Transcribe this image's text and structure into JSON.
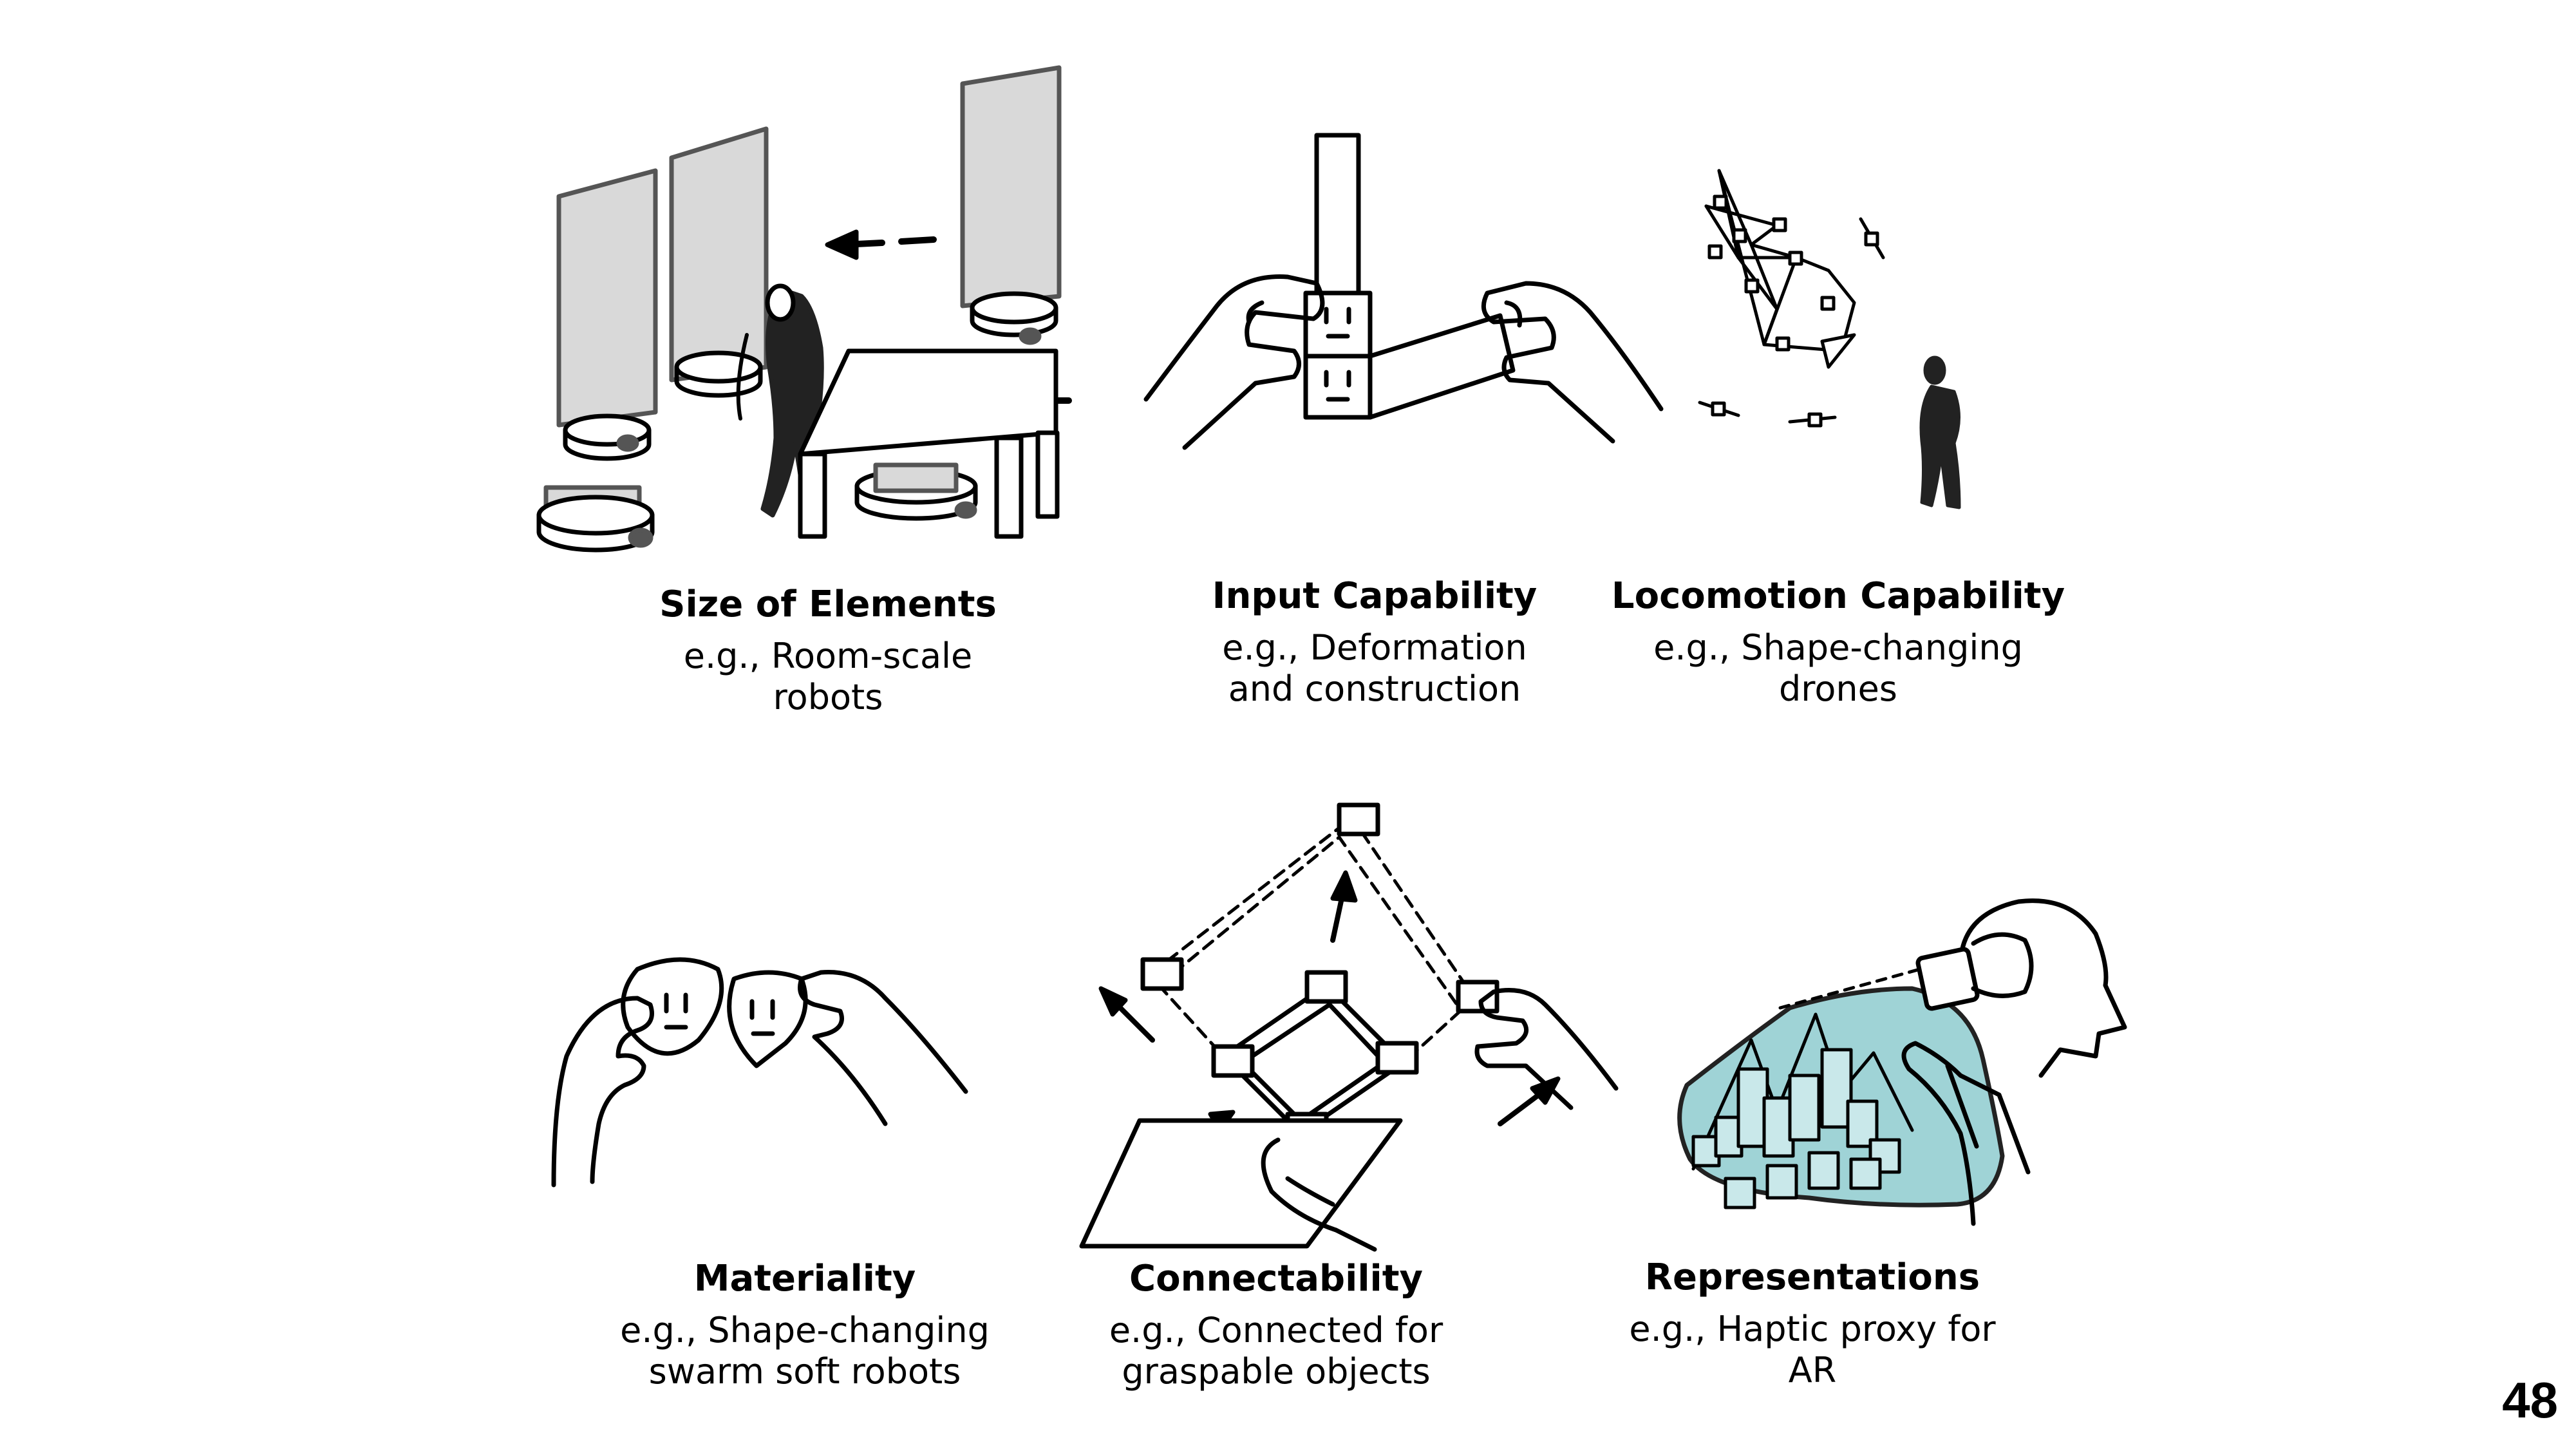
{
  "slide": {
    "page_number": "48"
  },
  "panels": [
    {
      "id": "size",
      "title": "Size of Elements",
      "desc_lines": [
        "e.g., Room-scale",
        "robots"
      ],
      "icon": "room-scale-robots-illustration"
    },
    {
      "id": "input",
      "title": "Input Capability",
      "desc_lines": [
        "e.g., Deformation",
        "and construction"
      ],
      "icon": "deformation-hands-illustration"
    },
    {
      "id": "locomotion",
      "title": "Locomotion Capability",
      "desc_lines": [
        "e.g., Shape-changing",
        "drones"
      ],
      "icon": "drone-swarm-illustration"
    },
    {
      "id": "materiality",
      "title": "Materiality",
      "desc_lines": [
        "e.g., Shape-changing",
        "swarm soft robots"
      ],
      "icon": "soft-robots-illustration"
    },
    {
      "id": "connectability",
      "title": "Connectability",
      "desc_lines": [
        "e.g., Connected for",
        "graspable objects"
      ],
      "icon": "connected-cube-illustration"
    },
    {
      "id": "representations",
      "title": "Representations",
      "desc_lines": [
        "e.g., Haptic proxy for",
        "AR"
      ],
      "icon": "ar-haptic-proxy-illustration"
    }
  ],
  "colors": {
    "ar_fill": "#9fd3d6",
    "panel_fill": "#d9d9d9"
  }
}
